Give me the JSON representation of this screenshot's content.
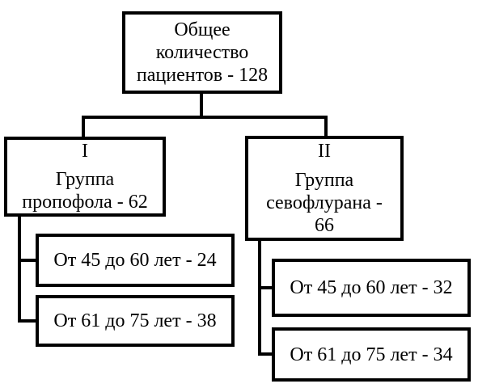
{
  "root": {
    "lines": [
      "Общее",
      "количество",
      "пациентов - 128"
    ]
  },
  "group1": {
    "numeral": "I",
    "lines": [
      "Группа",
      "пропофола - 62"
    ],
    "subgroups": [
      {
        "label": "От 45 до 60 лет - 24"
      },
      {
        "label": "От 61 до 75 лет - 38"
      }
    ]
  },
  "group2": {
    "numeral": "II",
    "lines": [
      "Группа",
      "севофлурана -",
      "66"
    ],
    "subgroups": [
      {
        "label": "От 45 до 60 лет - 32"
      },
      {
        "label": "От 61 до 75 лет - 34"
      }
    ]
  }
}
